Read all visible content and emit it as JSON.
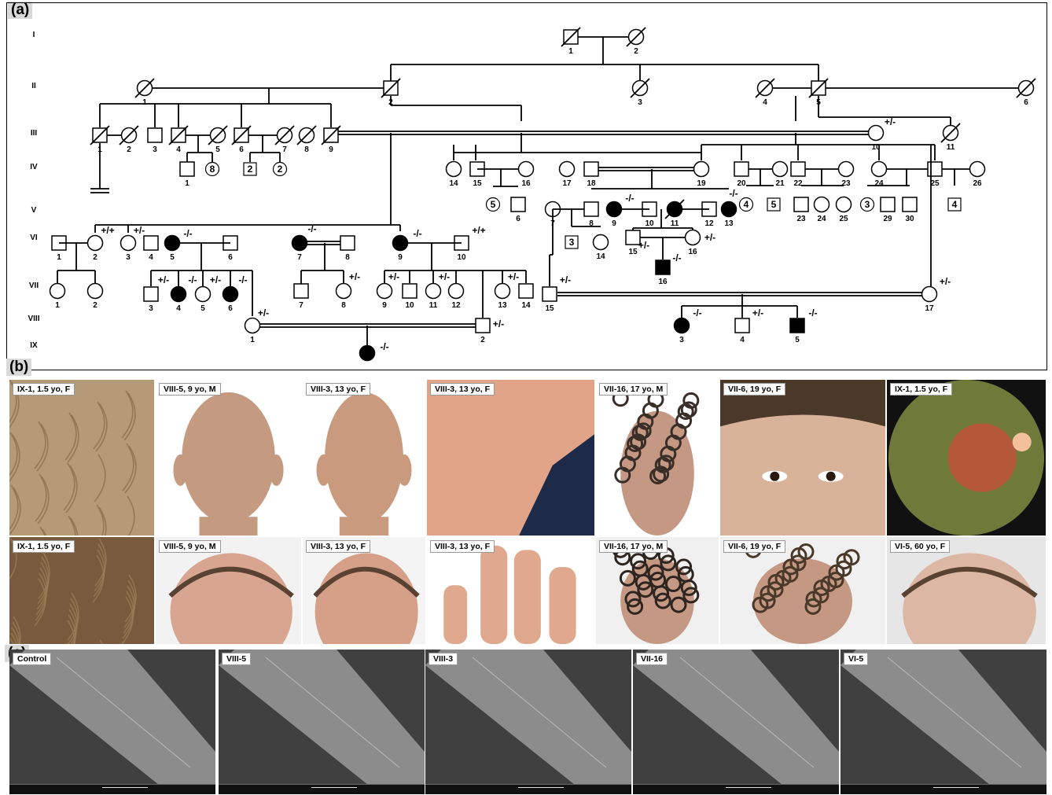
{
  "panels": {
    "a": "(a)",
    "b": "(b)",
    "c": "(c)"
  },
  "generations": [
    "I",
    "II",
    "III",
    "IV",
    "V",
    "VI",
    "VII",
    "VIII",
    "IX"
  ],
  "photos": [
    {
      "label": "IX-1, 1.5 yo, F",
      "kind": "scalp",
      "fg": "#8a7050",
      "bg": "#b59a78"
    },
    {
      "label": "VIII-5, 9 yo, M",
      "kind": "head-back",
      "fg": "#c49a80",
      "bg": "#ffffff"
    },
    {
      "label": "VIII-3, 13 yo, F",
      "kind": "head-back",
      "fg": "#c99a7e",
      "bg": "#ffffff"
    },
    {
      "label": "VIII-3, 13 yo, F",
      "kind": "skin",
      "fg": "#e2a488",
      "bg": "#e6aa8e"
    },
    {
      "label": "VII-16, 17 yo, M",
      "kind": "curly",
      "fg": "#3a2e28",
      "bg": "#ffffff"
    },
    {
      "label": "VII-6, 19 yo, F",
      "kind": "face",
      "fg": "#d9b29a",
      "bg": "#d0d0d0"
    },
    {
      "label": "IX-1, 1.5 yo, F",
      "kind": "retina",
      "fg": "#c7503a",
      "bg": "#1a1a1a"
    },
    {
      "label": "IX-1, 1.5 yo, F",
      "kind": "scalp",
      "fg": "#9a7a55",
      "bg": "#7a5a3c"
    },
    {
      "label": "VIII-5, 9 yo, M",
      "kind": "head-side",
      "fg": "#d8a690",
      "bg": "#f2f2f2"
    },
    {
      "label": "VIII-3, 13 yo, F",
      "kind": "head-side",
      "fg": "#d6a088",
      "bg": "#f4f4f4"
    },
    {
      "label": "VIII-3, 13 yo, F",
      "kind": "hand",
      "fg": "#e0a88c",
      "bg": "#ffffff"
    },
    {
      "label": "VII-16, 17 yo, M",
      "kind": "curly",
      "fg": "#2e2520",
      "bg": "#f0f0f0"
    },
    {
      "label": "VII-6, 19 yo, F",
      "kind": "curly",
      "fg": "#4a3828",
      "bg": "#f0f0f0"
    },
    {
      "label": "VI-5, 60 yo, F",
      "kind": "head-side",
      "fg": "#dcb8a4",
      "bg": "#e6e6e6"
    }
  ],
  "sem": [
    {
      "label": "Control"
    },
    {
      "label": "VIII-5"
    },
    {
      "label": "VIII-3"
    },
    {
      "label": "VII-16"
    },
    {
      "label": "VI-5"
    }
  ],
  "pedigree_labels": {
    "numbers": [
      "1",
      "2",
      "3",
      "4",
      "5",
      "6",
      "7",
      "8",
      "9",
      "10",
      "11",
      "12",
      "13",
      "14",
      "15",
      "16",
      "17",
      "18",
      "19",
      "20",
      "21",
      "22",
      "23",
      "24",
      "25",
      "26",
      "29",
      "30"
    ],
    "counts": [
      "8",
      "2",
      "2",
      "5",
      "4",
      "5",
      "3",
      "4",
      "3",
      "4"
    ],
    "genotypes": [
      "+/-",
      "-/-",
      "+/+"
    ]
  }
}
